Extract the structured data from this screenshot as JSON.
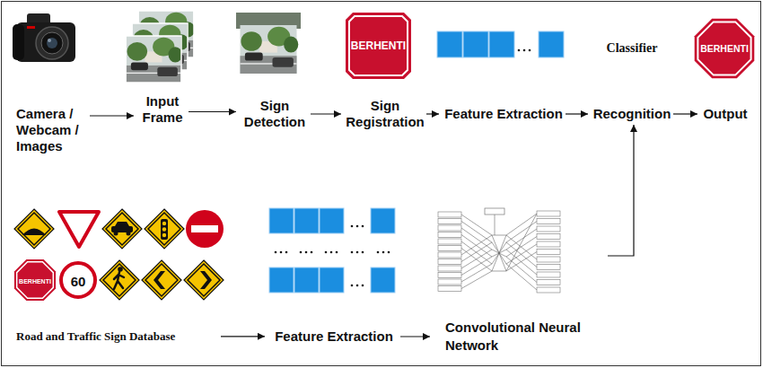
{
  "diagram": {
    "nodes": [
      {
        "text": [
          "Camera / Webcam / Images"
        ]
      },
      {
        "text": [
          "Input Frame"
        ]
      },
      {
        "text": [
          "Sign Detection"
        ]
      },
      {
        "text": [
          "Sign Registration"
        ]
      },
      {
        "text": [
          "Feature Extraction"
        ]
      },
      {
        "text": [
          "Recognition"
        ]
      },
      {
        "text": [
          "Output"
        ]
      },
      {
        "text": [
          "Road and Traffic Sign Database"
        ]
      },
      {
        "text": [
          "Feature Extraction"
        ]
      },
      {
        "text": [
          "Convolutional Neural Network"
        ]
      }
    ],
    "edges": [
      {
        "from": 0,
        "to": 1,
        "arrow": "to"
      },
      {
        "from": 1,
        "to": 2,
        "arrow": "to"
      },
      {
        "from": 2,
        "to": 3,
        "arrow": "to"
      },
      {
        "from": 3,
        "to": 4,
        "arrow": "to"
      },
      {
        "from": 4,
        "to": 5,
        "arrow": "to"
      },
      {
        "from": 5,
        "to": 6,
        "arrow": "to"
      },
      {
        "from": 7,
        "to": 8,
        "arrow": "to"
      },
      {
        "from": 8,
        "to": 9,
        "arrow": "to"
      },
      {
        "from": 9,
        "to": 5,
        "arrow": "to"
      }
    ],
    "labels": [
      "BERHENTI",
      "Classifier",
      "BERHENTI",
      "BERHENTI",
      "60"
    ]
  }
}
